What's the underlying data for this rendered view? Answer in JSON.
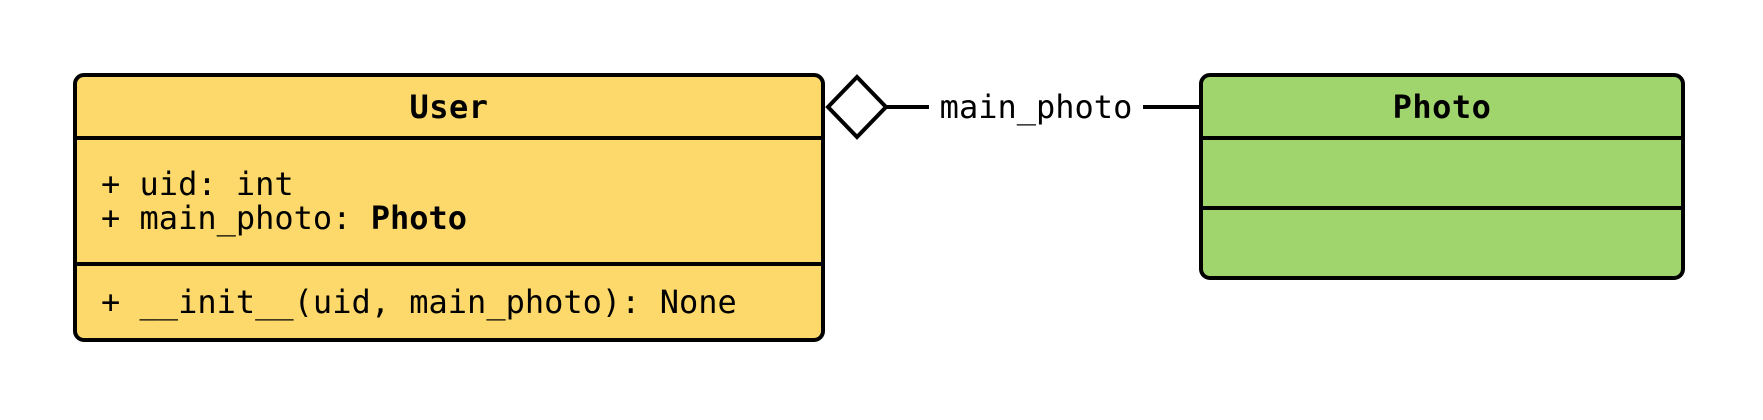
{
  "diagram": {
    "kind": "uml-class-diagram",
    "background": "#ffffff",
    "stroke_color": "#000000",
    "classes": {
      "user": {
        "name": "User",
        "fill": "#FCD96A",
        "attributes": [
          {
            "text": "+ uid: int",
            "bold": ""
          },
          {
            "text": "+ main_photo: ",
            "bold": "Photo"
          }
        ],
        "methods": [
          {
            "text": "+ __init__(uid, main_photo): None",
            "bold": ""
          }
        ]
      },
      "photo": {
        "name": "Photo",
        "fill": "#A0D56E",
        "attributes": [],
        "methods": []
      }
    },
    "relationship": {
      "type": "aggregation",
      "label": "main_photo",
      "diamond_on": "User",
      "connects": "User - Photo"
    }
  }
}
